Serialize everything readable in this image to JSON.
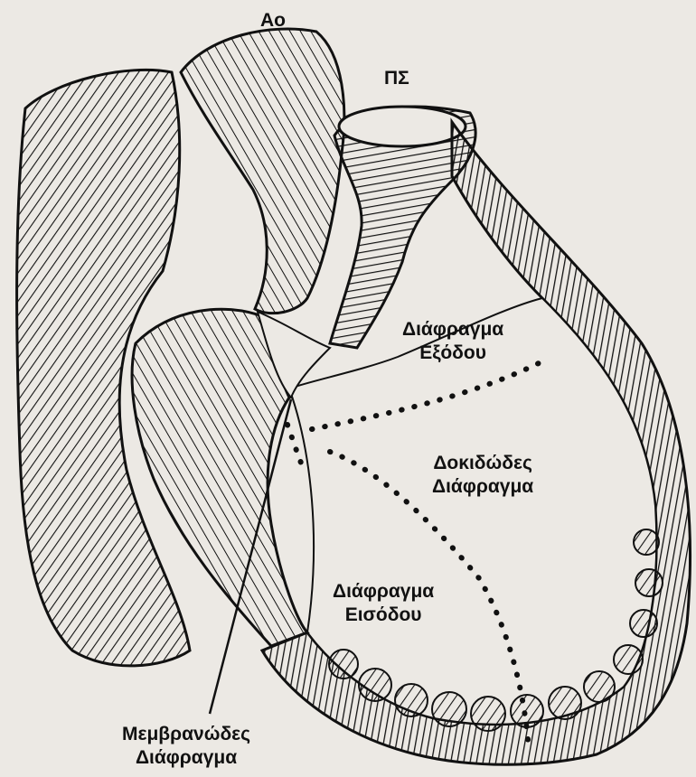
{
  "figure": {
    "labels": {
      "aorta": "Ao",
      "pulmonary_trunk": "ΠΣ",
      "outlet_septum": [
        "Διάφραγμα",
        "Εξόδου"
      ],
      "trabecular_septum": [
        "Δοκιδώδες",
        "Διάφραγμα"
      ],
      "inlet_septum": [
        "Διάφραγμα",
        "Εισόδου"
      ],
      "membranous_septum": [
        "Μεμβρανώδες",
        "Διάφραγμα"
      ]
    },
    "colors": {
      "ink": "#111111",
      "paper": "#ece9e4",
      "bleed_through": "#b9b4ad"
    }
  }
}
